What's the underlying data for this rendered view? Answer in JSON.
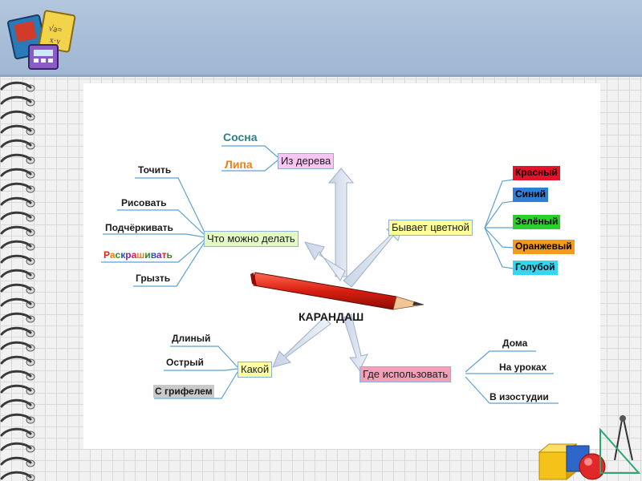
{
  "center": {
    "label": "КАРАНДАШ"
  },
  "nodes": {
    "material": {
      "label": "Из дерева",
      "items": [
        {
          "label": "Сосна",
          "color": "#2e7f86"
        },
        {
          "label": "Липа",
          "color": "#e8821a"
        }
      ]
    },
    "actions": {
      "label": "Что можно делать",
      "items": [
        "Точить",
        "Рисовать",
        "Подчёркивать",
        "Раскрашивать",
        "Грызть"
      ],
      "rainbow_letters": [
        "Р",
        "а",
        "с",
        "к",
        "р",
        "а",
        "ш",
        "и",
        "в",
        "а",
        "т",
        "ь"
      ],
      "rainbow_colors": [
        "#d4242a",
        "#e8821a",
        "#2a8d2a",
        "#1f57c3",
        "#7a2aa8",
        "#d4242a",
        "#e8821a",
        "#2a8d2a",
        "#1f57c3",
        "#7a2aa8",
        "#d4242a",
        "#2a8d2a"
      ]
    },
    "colors": {
      "label": "Бывает цветной",
      "items": [
        {
          "label": "Красный",
          "bg": "#e5122a",
          "fg": "#1a1a1a"
        },
        {
          "label": "Синий",
          "bg": "#2f7fd6",
          "fg": "#1a1a1a"
        },
        {
          "label": "Зелёный",
          "bg": "#2ad12a",
          "fg": "#1a1a1a"
        },
        {
          "label": "Оранжевый",
          "bg": "#f59a1c",
          "fg": "#1a1a1a"
        },
        {
          "label": "Голубой",
          "bg": "#33d7f2",
          "fg": "#1a1a1a"
        }
      ]
    },
    "kind": {
      "label": "Какой",
      "items": [
        "Длиный",
        "Острый",
        "С грифелем"
      ]
    },
    "usage": {
      "label": "Где использовать",
      "items": [
        "Дома",
        "На уроках",
        "В изостудии"
      ]
    }
  },
  "theme": {
    "header_bg": "#a9bfd9",
    "material_box_bg": "#f7c6f2",
    "actions_box_bg": "#e4fac6",
    "colors_box_bg": "#ffff9a",
    "kind_box_bg": "#ffffa8",
    "usage_box_bg": "#f3a0b5",
    "connector_color": "#5ea2d0"
  }
}
